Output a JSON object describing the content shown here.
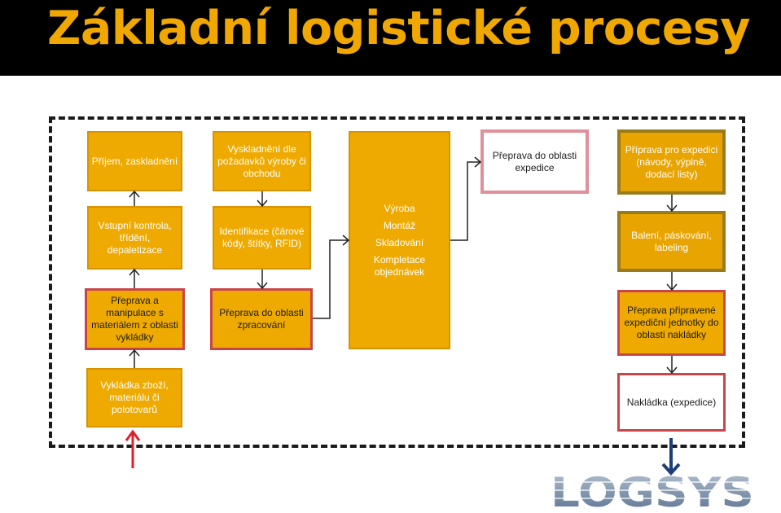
{
  "header": {
    "title": "Základní logistické procesy"
  },
  "boxes": {
    "prijem": "Příjem, zaskladnění",
    "vstupni": "Vstupní kontrola, třídění, depaletizace",
    "preprava_vykladky": "Přeprava a manipulace s materiálem z oblasti vykládky",
    "vykladka": "Vykládka zboží, materiálu či polotovarů",
    "vyskladneni": "Vyskladnění dle požadavků výroby či obchodu",
    "identifikace": "Identifikace (čárové kódy, štítky, RFID)",
    "preprava_zpracovani": "Přeprava do oblasti zpracování",
    "center": {
      "line1": "Výroba",
      "line2": "Montáž",
      "line3": "Skladování",
      "line4": "Kompletace objednávek"
    },
    "preprava_expedice": "Přeprava do oblasti expedice",
    "priprava": "Příprava pro expedici (návody, výplně, dodací listy)",
    "baleni": "Balení, páskování, labeling",
    "preprava_jednotky": "Přeprava připravené expediční jednotky do oblasti nakládky",
    "nakladka": "Nakládka (expedice)"
  },
  "logo": {
    "text": "LOGSYS"
  },
  "colors": {
    "title": "#f0a800",
    "box_fill": "#eeaa00",
    "red_border": "#c8464a",
    "arrow_in": "#e0202a",
    "arrow_out": "#1f3f7a"
  }
}
